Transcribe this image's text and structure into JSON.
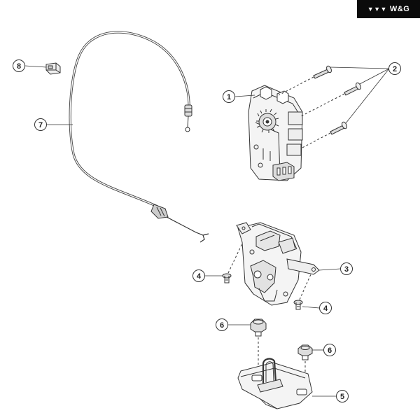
{
  "brand": {
    "text": "W&G",
    "mark": "▼▼▼"
  },
  "callouts": [
    {
      "id": "1",
      "label": "1"
    },
    {
      "id": "2",
      "label": "2"
    },
    {
      "id": "3",
      "label": "3"
    },
    {
      "id": "4a",
      "label": "4"
    },
    {
      "id": "4b",
      "label": "4"
    },
    {
      "id": "5",
      "label": "5"
    },
    {
      "id": "6a",
      "label": "6"
    },
    {
      "id": "6b",
      "label": "6"
    },
    {
      "id": "7",
      "label": "7"
    },
    {
      "id": "8",
      "label": "8"
    }
  ]
}
